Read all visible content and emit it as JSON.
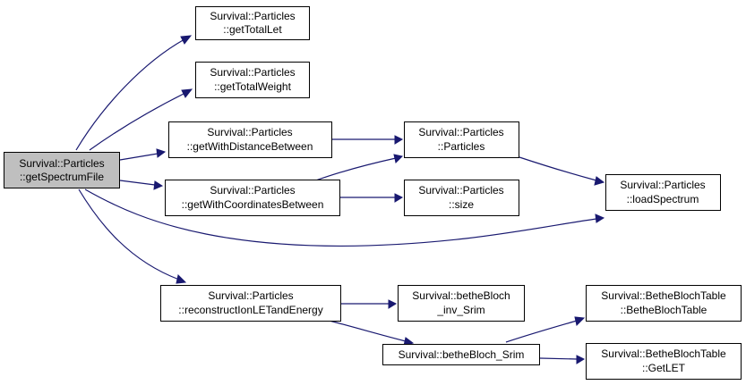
{
  "colors": {
    "edge": "#191970",
    "node_fill": "#ffffff",
    "root_fill": "#bfbfbf",
    "border": "#000000"
  },
  "nodes": {
    "root": {
      "line1": "Survival::Particles",
      "line2": "::getSpectrumFile"
    },
    "getTotalLet": {
      "line1": "Survival::Particles",
      "line2": "::getTotalLet"
    },
    "getTotalWeight": {
      "line1": "Survival::Particles",
      "line2": "::getTotalWeight"
    },
    "getWithDistanceBetween": {
      "line1": "Survival::Particles",
      "line2": "::getWithDistanceBetween"
    },
    "getWithCoordinatesBetween": {
      "line1": "Survival::Particles",
      "line2": "::getWithCoordinatesBetween"
    },
    "particles": {
      "line1": "Survival::Particles",
      "line2": "::Particles"
    },
    "size": {
      "line1": "Survival::Particles",
      "line2": "::size"
    },
    "loadSpectrum": {
      "line1": "Survival::Particles",
      "line2": "::loadSpectrum"
    },
    "reconstructIonLETandEnergy": {
      "line1": "Survival::Particles",
      "line2": "::reconstructIonLETandEnergy"
    },
    "betheBlochInvSrim": {
      "line1": "Survival::betheBloch",
      "line2": "_inv_Srim"
    },
    "betheBlochSrim": {
      "line1": "Survival::betheBloch_Srim"
    },
    "betheBlochTableCtor": {
      "line1": "Survival::BetheBlochTable",
      "line2": "::BetheBlochTable"
    },
    "getLET": {
      "line1": "Survival::BetheBlochTable",
      "line2": "::GetLET"
    }
  },
  "edges": [
    {
      "from": "root",
      "to": "getTotalLet"
    },
    {
      "from": "root",
      "to": "getTotalWeight"
    },
    {
      "from": "root",
      "to": "getWithDistanceBetween"
    },
    {
      "from": "root",
      "to": "getWithCoordinatesBetween"
    },
    {
      "from": "root",
      "to": "loadSpectrum"
    },
    {
      "from": "root",
      "to": "reconstructIonLETandEnergy"
    },
    {
      "from": "getWithDistanceBetween",
      "to": "particles"
    },
    {
      "from": "getWithCoordinatesBetween",
      "to": "particles"
    },
    {
      "from": "getWithCoordinatesBetween",
      "to": "size"
    },
    {
      "from": "particles",
      "to": "loadSpectrum"
    },
    {
      "from": "reconstructIonLETandEnergy",
      "to": "betheBlochInvSrim"
    },
    {
      "from": "reconstructIonLETandEnergy",
      "to": "betheBlochSrim"
    },
    {
      "from": "betheBlochSrim",
      "to": "betheBlochTableCtor"
    },
    {
      "from": "betheBlochSrim",
      "to": "getLET"
    }
  ]
}
